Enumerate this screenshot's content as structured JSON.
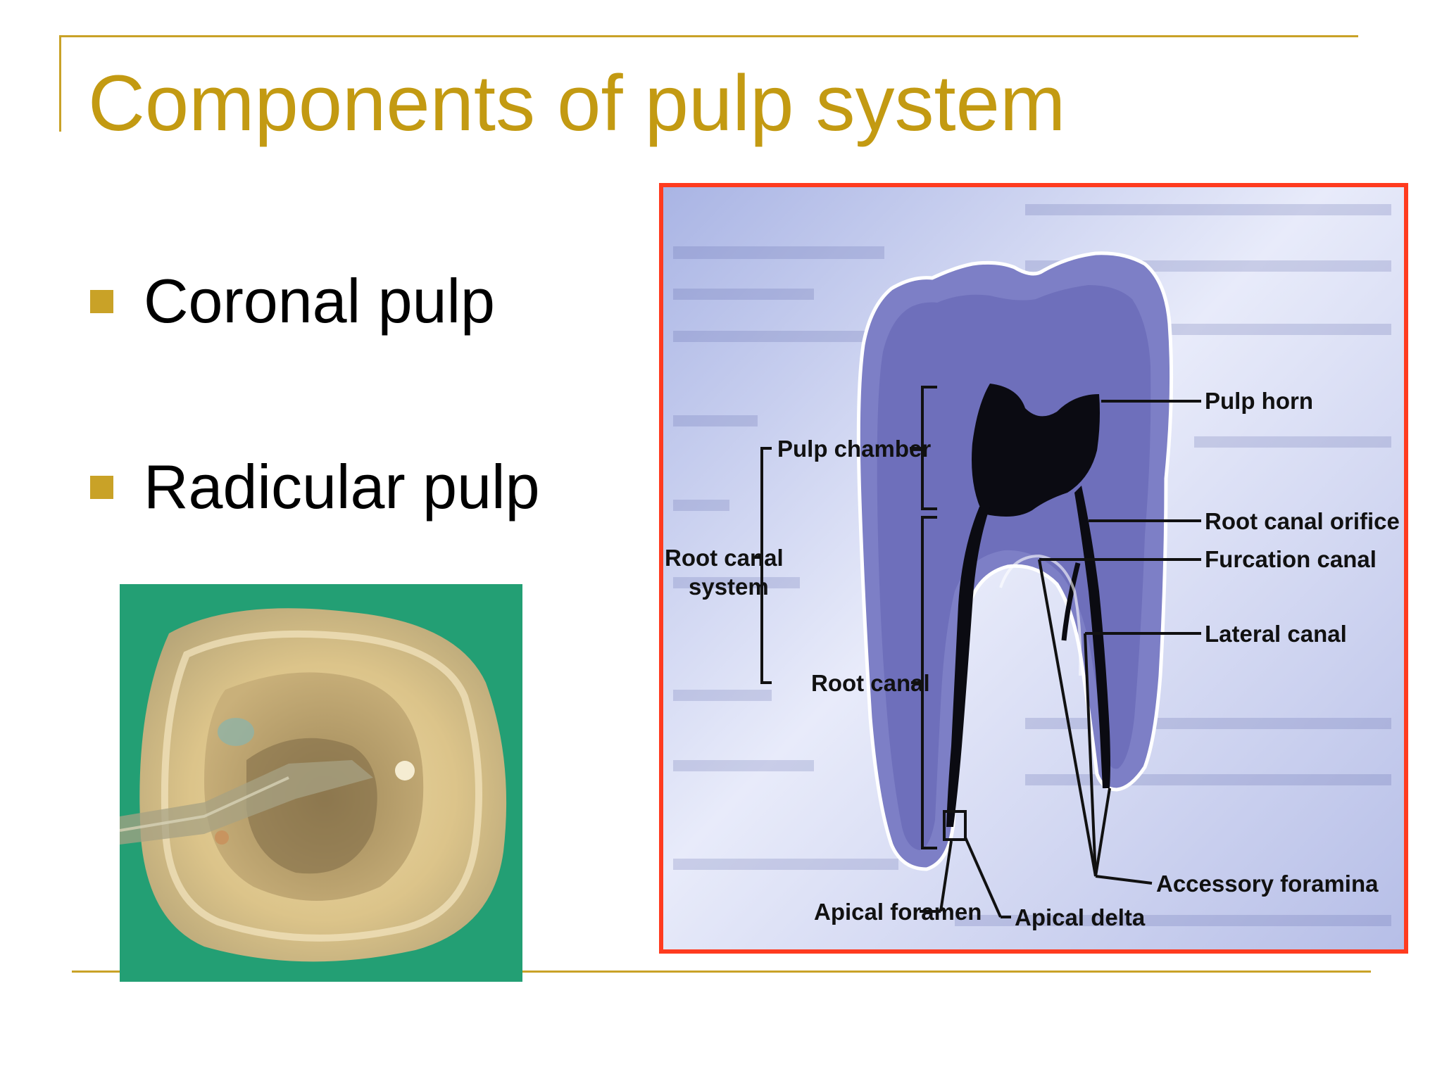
{
  "slide": {
    "title": "Components of pulp system",
    "accent_color": "#c9a227",
    "title_color": "#c39a12"
  },
  "bullets": [
    {
      "text": "Coronal pulp"
    },
    {
      "text": "Radicular pulp"
    }
  ],
  "diagram": {
    "frame_color": "#ff3b1f",
    "labels": {
      "pulp_horn": "Pulp horn",
      "pulp_chamber": "Pulp chamber",
      "root_canal_system_line1": "Root canal",
      "root_canal_system_line2": "system",
      "root_canal_orifice": "Root canal orifice",
      "furcation_canal": "Furcation canal",
      "lateral_canal": "Lateral canal",
      "root_canal": "Root canal",
      "accessory_foramina": "Accessory foramina",
      "apical_foramen": "Apical foramen",
      "apical_delta": "Apical delta"
    }
  }
}
